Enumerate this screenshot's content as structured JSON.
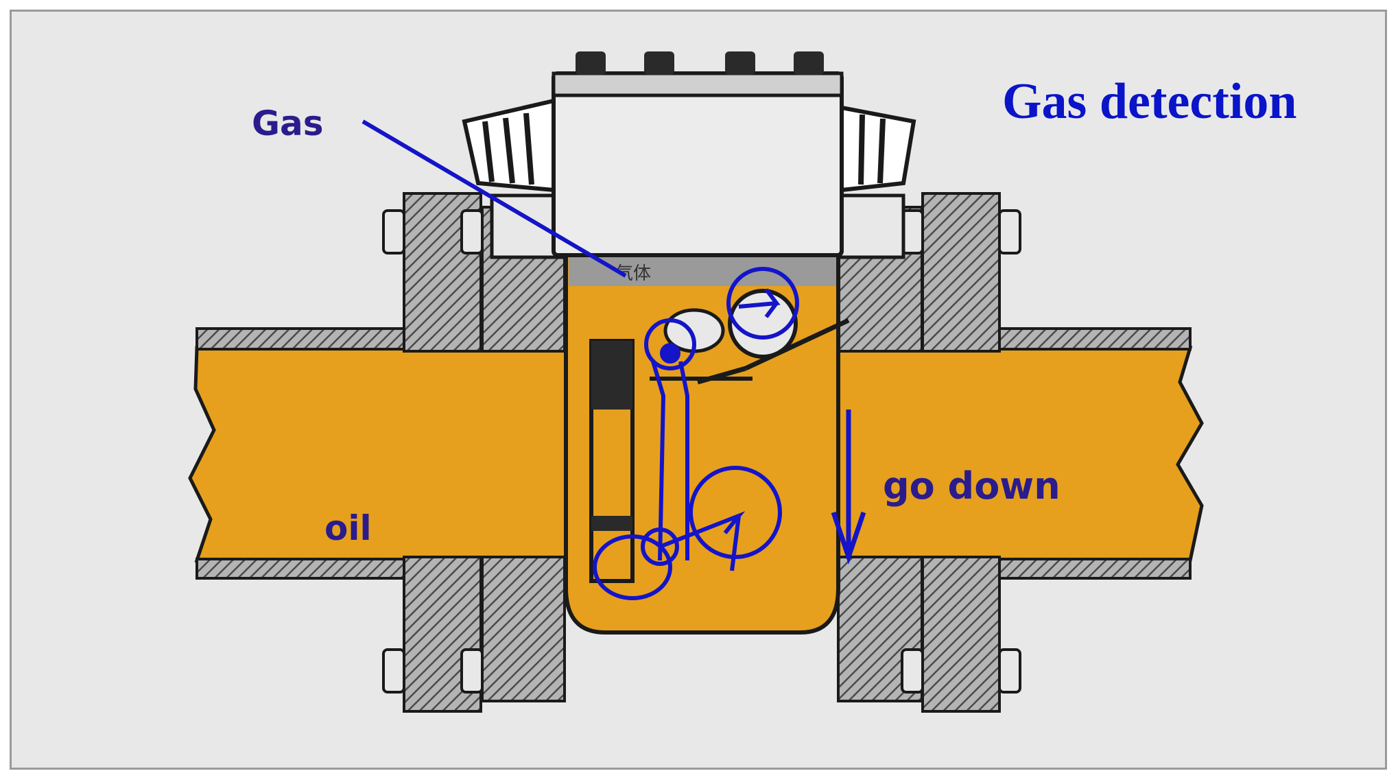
{
  "title": "Gas detection",
  "labels": {
    "gas": "Gas",
    "oil": "oil",
    "go_down": "go down",
    "gas_chamber_cn": "气体"
  },
  "colors": {
    "oil": "#e6a01e",
    "metal_hatch": "#8c8c8c",
    "outline": "#1a1a1a",
    "annotation_blue": "#1414c8",
    "label_navy": "#2a1c8c",
    "background": "#e8e8e8"
  }
}
